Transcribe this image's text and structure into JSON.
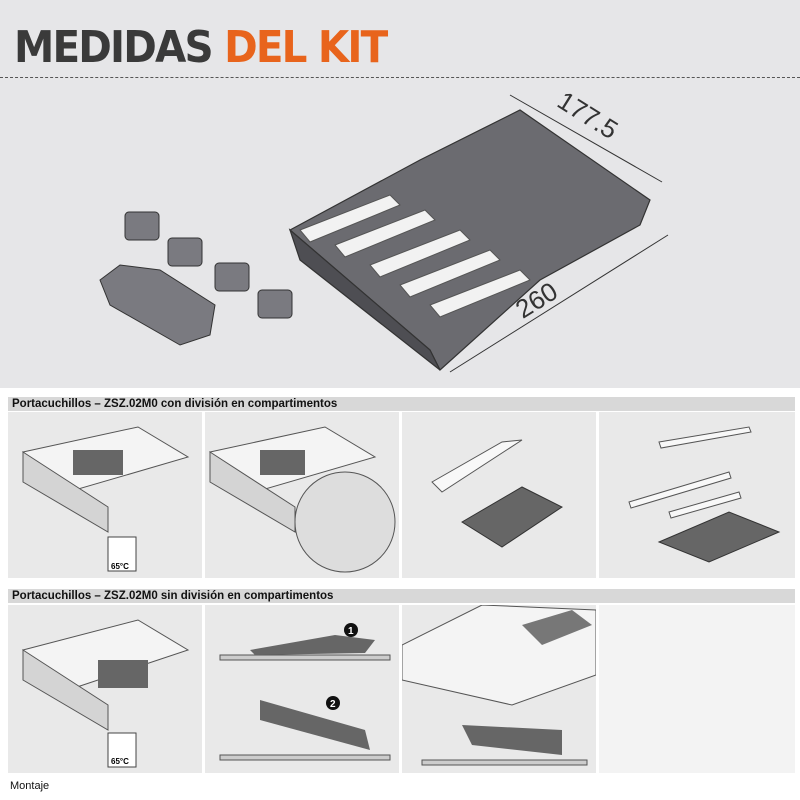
{
  "header": {
    "title_dark": "MEDIDAS",
    "title_accent": "DEL KIT"
  },
  "dimensions": {
    "depth": "177.5",
    "length": "260"
  },
  "sections": [
    {
      "title": "Portacuchillos – ZSZ.02M0 con división en compartimentos",
      "dishwasher_label": "65°C"
    },
    {
      "title": "Portacuchillos – ZSZ.02M0 sin división en compartimentos",
      "dishwasher_label": "65°C",
      "steps": [
        "1",
        "2"
      ]
    }
  ],
  "footer": "Montaje",
  "colors": {
    "accent": "#e8641c",
    "dark": "#3a3a3a"
  }
}
